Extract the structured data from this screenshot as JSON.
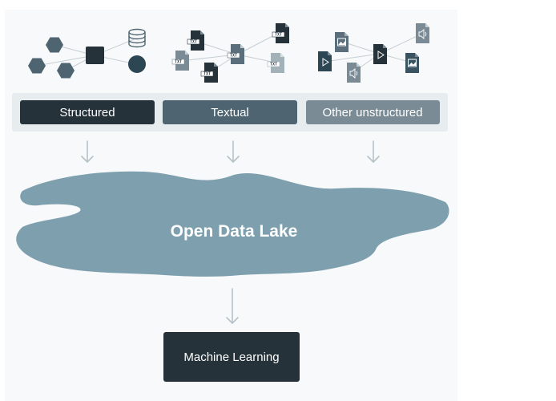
{
  "colors": {
    "dark": "#25323a",
    "mid": "#4e6470",
    "light": "#7a8b95",
    "icon_mid": "#5a6f7b",
    "lake": "#7e9fae",
    "band": "#e7ecee",
    "arrow": "#b7c2c8",
    "edge": "#c6cfd4",
    "canvas": "#f7f9fa"
  },
  "icon_groups": [
    {
      "name": "structured",
      "icons": [
        "hexagon-icon",
        "node-icon",
        "database-icon",
        "circle-icon"
      ]
    },
    {
      "name": "textual",
      "icons": [
        "txt-document-icon"
      ],
      "tag": "TXT"
    },
    {
      "name": "other-unstructured",
      "icons": [
        "image-file-icon",
        "video-file-icon",
        "audio-file-icon"
      ]
    }
  ],
  "categories": [
    {
      "label": "Structured",
      "style": "dark"
    },
    {
      "label": "Textual",
      "style": "mid"
    },
    {
      "label": "Other unstructured",
      "style": "light"
    }
  ],
  "lake": {
    "label": "Open Data Lake"
  },
  "output": {
    "label": "Machine Learning"
  }
}
